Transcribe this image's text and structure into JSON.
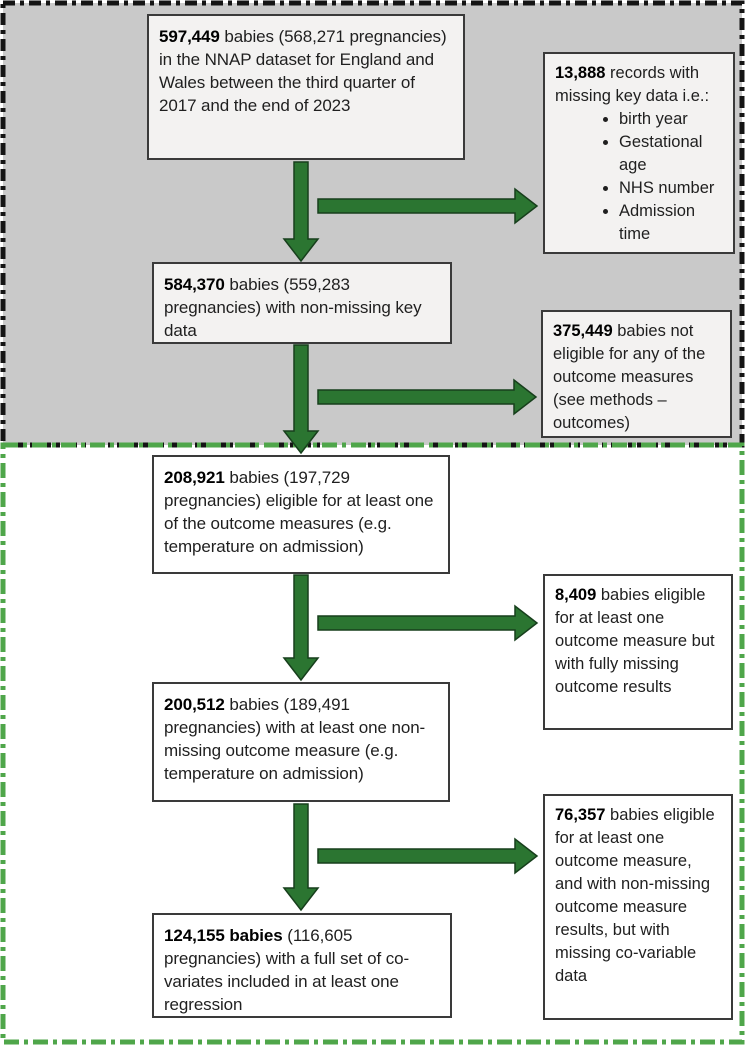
{
  "diagram": {
    "type": "flowchart",
    "colors": {
      "excluded_section_bg": "#c9c9c9",
      "excluded_section_border": "#141414",
      "included_section_border": "#4fa64a",
      "arrow_green": "#2b7531",
      "box_border": "#3a3a3a",
      "box_fill_top": "#f3f2f1",
      "box_fill_bottom": "#ffffff"
    },
    "main_boxes": [
      {
        "bold": "597,449",
        "rest": " babies (568,271 pregnancies) in the NNAP dataset for England and Wales between the third quarter of 2017 and the end of 2023"
      },
      {
        "bold": "584,370",
        "rest": " babies (559,283 pregnancies) with non-missing key data"
      },
      {
        "bold": "208,921",
        "rest": " babies (197,729 pregnancies) eligible for at least one of the outcome measures (e.g. temperature on admission)"
      },
      {
        "bold": "200,512",
        "rest": " babies (189,491 pregnancies) with at least one non-missing outcome measure (e.g. temperature on admission)"
      },
      {
        "bold": "124,155 babies",
        "rest": " (116,605 pregnancies) with a full set of co-variates included in at least one regression"
      }
    ],
    "side_boxes": [
      {
        "bold": "13,888",
        "rest": " records with missing key data i.e.:",
        "items": [
          "birth year",
          "Gestational age",
          "NHS number",
          "Admission time"
        ]
      },
      {
        "bold": "375,449",
        "rest": " babies not eligible for any of the outcome measures (see methods – outcomes)"
      },
      {
        "bold": "8,409",
        "rest": " babies eligible for at least one outcome measure but with fully missing outcome results"
      },
      {
        "bold": "76,357",
        "rest": " babies eligible for at least one outcome measure, and with non-missing outcome measure results, but with missing co-variable data"
      }
    ]
  }
}
